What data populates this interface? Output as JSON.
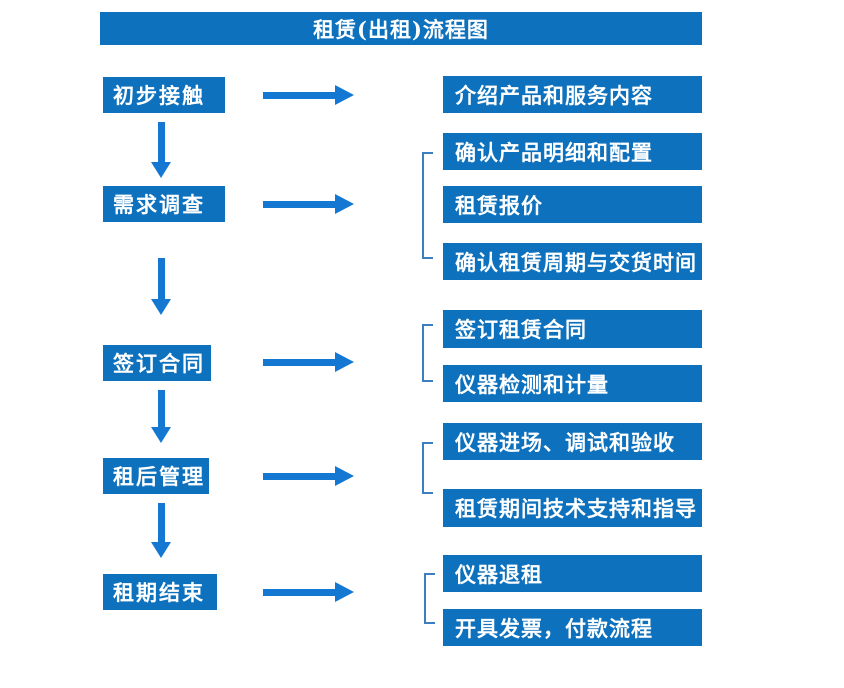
{
  "title": "租赁(出租)流程图",
  "colors": {
    "box": "#0d71bd",
    "arrow": "#1478d2",
    "bracket": "#3c7fc0",
    "text": "#ffffff",
    "bg": "#ffffff"
  },
  "steps": [
    "初步接触",
    "需求调查",
    "签订合同",
    "租后管理",
    "租期结束"
  ],
  "details": {
    "group1": [
      "介绍产品和服务内容"
    ],
    "group2": [
      "确认产品明细和配置",
      "租赁报价",
      "确认租赁周期与交货时间"
    ],
    "group3": [
      "签订租赁合同",
      "仪器检测和计量"
    ],
    "group4": [
      "仪器进场、调试和验收",
      "租赁期间技术支持和指导"
    ],
    "group5": [
      "仪器退租",
      "开具发票，付款流程"
    ]
  }
}
